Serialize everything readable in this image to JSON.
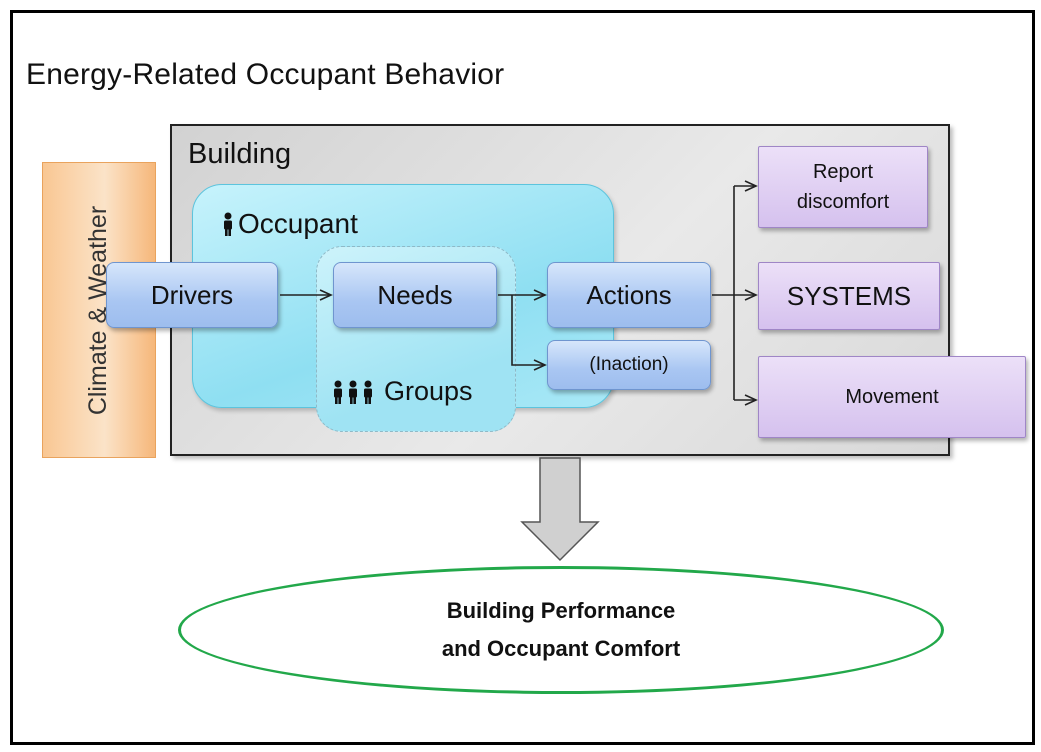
{
  "title": "Energy-Related Occupant Behavior",
  "building": {
    "label": "Building"
  },
  "climate": {
    "label": "Climate & Weather"
  },
  "occupant": {
    "label": "Occupant"
  },
  "groups": {
    "label": "Groups"
  },
  "nodes": {
    "drivers": "Drivers",
    "needs": "Needs",
    "actions": "Actions",
    "inaction": "(Inaction)"
  },
  "outputs": {
    "report_line1": "Report",
    "report_line2": "discomfort",
    "systems": "SYSTEMS",
    "movement": "Movement"
  },
  "result": {
    "line1": "Building Performance",
    "line2": "and Occupant Comfort"
  },
  "colors": {
    "occupant_fill": "#8fdff2",
    "node_blue": "#a9c6f2",
    "output_purple": "#d5c1ee",
    "climate_orange": "#f9c793",
    "oval_border": "#22a84a"
  },
  "icons": [
    "person-icon",
    "group-icon",
    "arrow-icon",
    "block-arrow-icon"
  ]
}
